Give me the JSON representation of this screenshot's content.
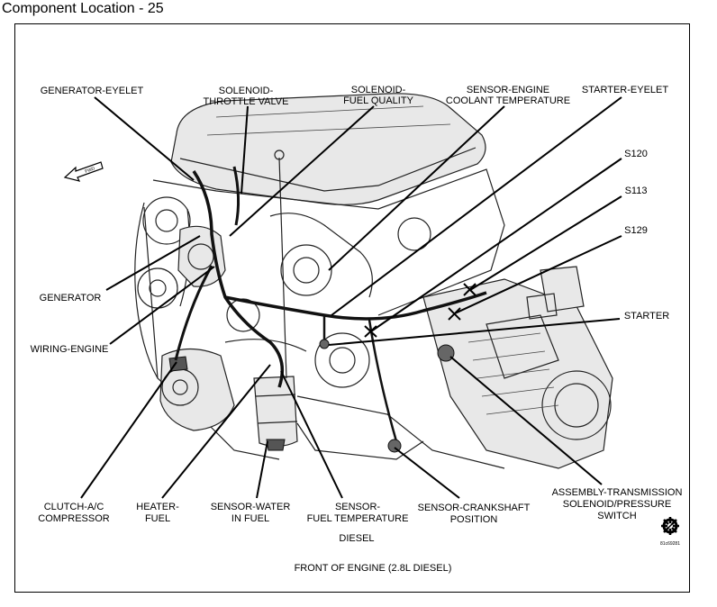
{
  "page": {
    "title": "Component Location - 25"
  },
  "diagram": {
    "labels": {
      "generator_eyelet": "GENERATOR-EYELET",
      "solenoid_throttle": [
        "SOLENOID-",
        "THROTTLE VALVE"
      ],
      "solenoid_fuel": [
        "SOLENOID-",
        "FUEL QUALITY"
      ],
      "sensor_coolant": [
        "SENSOR-ENGINE",
        "COOLANT TEMPERATURE"
      ],
      "starter_eyelet": "STARTER-EYELET",
      "s120": "S120",
      "s113": "S113",
      "s129": "S129",
      "starter": "STARTER",
      "generator": "GENERATOR",
      "wiring_engine": "WIRING-ENGINE",
      "clutch_ac": [
        "CLUTCH-A/C",
        "COMPRESSOR"
      ],
      "heater_fuel": [
        "HEATER-",
        "FUEL"
      ],
      "sensor_water": [
        "SENSOR-WATER",
        "IN FUEL"
      ],
      "sensor_fuel_temp": [
        "SENSOR-",
        "FUEL TEMPERATURE"
      ],
      "sensor_crank": [
        "SENSOR-CRANKSHAFT",
        "POSITION"
      ],
      "transmission": [
        "ASSEMBLY-TRANSMISSION",
        "SOLENOID/PRESSURE",
        "SWITCH"
      ],
      "diesel": "DIESEL",
      "caption": "FRONT OF ENGINE (2.8L DIESEL)",
      "fwd": "FWD",
      "figure_code": "81c69281"
    }
  }
}
